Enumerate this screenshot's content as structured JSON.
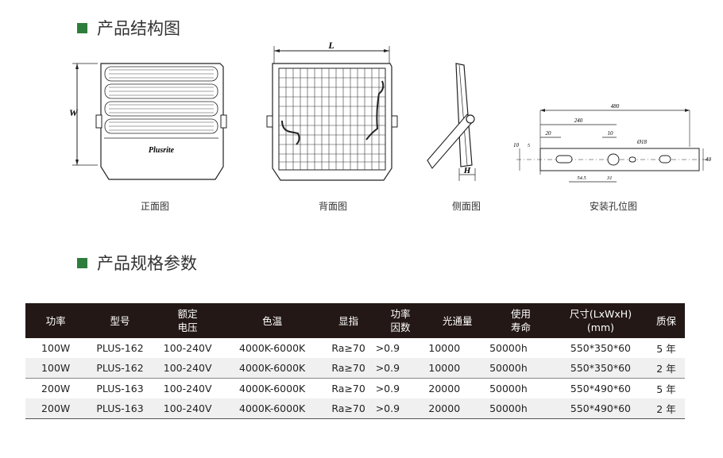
{
  "sections": {
    "structure_title": "产品结构图",
    "spec_title": "产品规格参数"
  },
  "diagrams": {
    "front": {
      "caption": "正面图",
      "label_w": "W",
      "brand": "Plusrite"
    },
    "back": {
      "caption": "背面图",
      "label_l": "L"
    },
    "side": {
      "caption": "侧面图",
      "label_h": "H"
    },
    "mount": {
      "caption": "安装孔位图",
      "dim_480": "480",
      "dim_240": "240",
      "dim_20": "20",
      "dim_10": "10",
      "dim_d18": "Ø18",
      "dim_10v": "10",
      "dim_5": "5",
      "dim_40": "40",
      "dim_54_5": "54.5",
      "dim_31": "31"
    }
  },
  "table": {
    "headers": [
      [
        "功率"
      ],
      [
        "型号"
      ],
      [
        "额定",
        "电压"
      ],
      [
        "色温"
      ],
      [
        "显指"
      ],
      [
        "功率",
        "因数"
      ],
      [
        "光通量"
      ],
      [
        "使用",
        "寿命"
      ],
      [
        "尺寸(LxWxH)",
        "(mm)"
      ],
      [
        "质保"
      ]
    ],
    "rows": [
      [
        "100W",
        "PLUS-162",
        "100-240V",
        "4000K-6000K",
        "Ra≥70",
        ">0.9",
        "10000",
        "50000h",
        "550*350*60",
        "5 年"
      ],
      [
        "100W",
        "PLUS-162",
        "100-240V",
        "4000K-6000K",
        "Ra≥70",
        ">0.9",
        "10000",
        "50000h",
        "550*350*60",
        "2 年"
      ],
      [
        "200W",
        "PLUS-163",
        "100-240V",
        "4000K-6000K",
        "Ra≥70",
        ">0.9",
        "20000",
        "50000h",
        "550*490*60",
        "5 年"
      ],
      [
        "200W",
        "PLUS-163",
        "100-240V",
        "4000K-6000K",
        "Ra≥70",
        ">0.9",
        "20000",
        "50000h",
        "550*490*60",
        "2 年"
      ]
    ]
  },
  "colors": {
    "accent": "#2e7d3c",
    "header_bg": "#231815",
    "alt_row": "#f0f0f0"
  }
}
